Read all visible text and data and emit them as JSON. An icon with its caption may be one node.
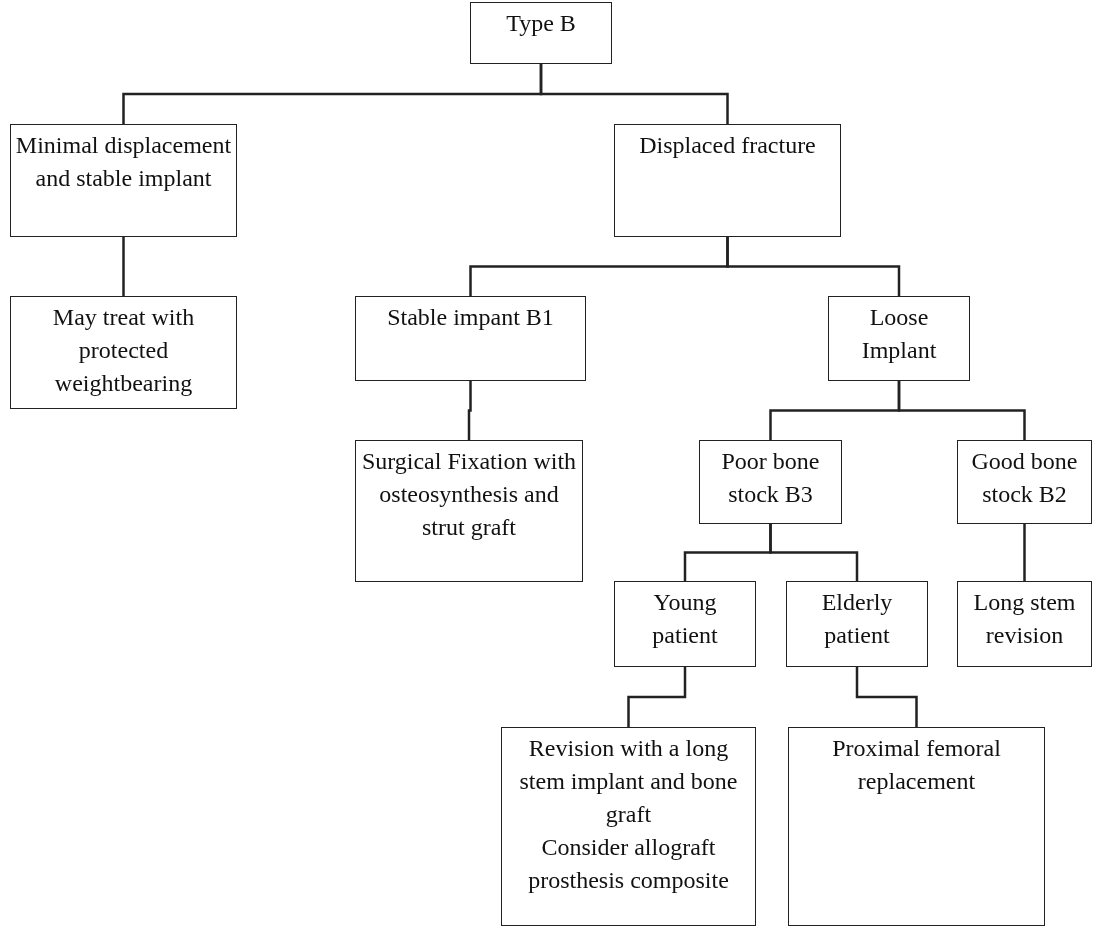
{
  "diagram": {
    "nodes": [
      {
        "text": [
          "Type B"
        ]
      },
      {
        "text": [
          "Minimal displacement and stable implant"
        ]
      },
      {
        "text": [
          "Displaced fracture"
        ]
      },
      {
        "text": [
          "May treat with protected weightbearing"
        ]
      },
      {
        "text": [
          "Stable impant B1"
        ]
      },
      {
        "text": [
          "Loose Implant"
        ]
      },
      {
        "text": [
          "Surgical Fixation with osteosynthesis and strut graft"
        ]
      },
      {
        "text": [
          "Poor bone stock B3"
        ]
      },
      {
        "text": [
          "Good bone stock B2"
        ]
      },
      {
        "text": [
          "Long stem revision"
        ]
      },
      {
        "text": [
          "Young patient"
        ]
      },
      {
        "text": [
          "Elderly patient"
        ]
      },
      {
        "text": [
          "Revision with a long stem implant and bone graft",
          "Consider allograft prosthesis composite"
        ]
      },
      {
        "text": [
          "Proximal femoral replacement"
        ]
      }
    ],
    "edges": [
      {
        "from": 0,
        "to": 1,
        "arrow": "none"
      },
      {
        "from": 0,
        "to": 2,
        "arrow": "none"
      },
      {
        "from": 1,
        "to": 3,
        "arrow": "none"
      },
      {
        "from": 2,
        "to": 4,
        "arrow": "none"
      },
      {
        "from": 2,
        "to": 5,
        "arrow": "none"
      },
      {
        "from": 4,
        "to": 6,
        "arrow": "none"
      },
      {
        "from": 5,
        "to": 7,
        "arrow": "none"
      },
      {
        "from": 5,
        "to": 8,
        "arrow": "none"
      },
      {
        "from": 8,
        "to": 9,
        "arrow": "none"
      },
      {
        "from": 7,
        "to": 10,
        "arrow": "none"
      },
      {
        "from": 7,
        "to": 11,
        "arrow": "none"
      },
      {
        "from": 10,
        "to": 12,
        "arrow": "none"
      },
      {
        "from": 11,
        "to": 13,
        "arrow": "none"
      }
    ]
  }
}
